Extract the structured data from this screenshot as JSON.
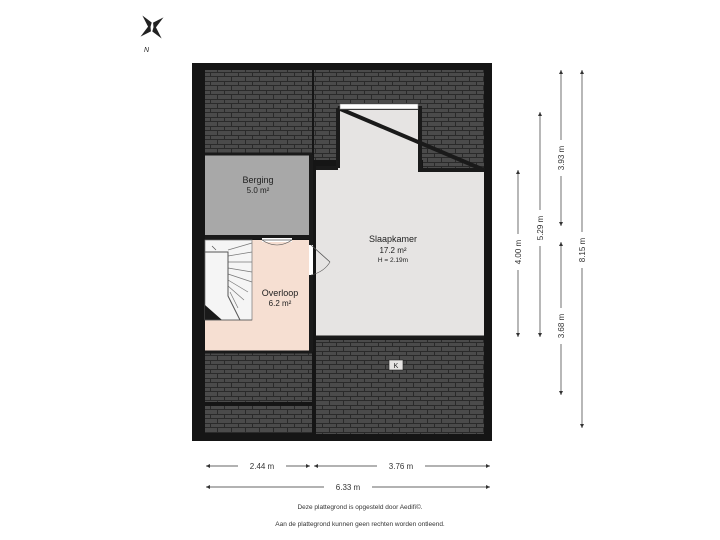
{
  "compass": {
    "north_label": "N"
  },
  "rooms": [
    {
      "id": "berging",
      "name": "Berging",
      "area": "5.0 m²"
    },
    {
      "id": "slaapkamer",
      "name": "Slaapkamer",
      "area": "17.2 m²",
      "height": "H = 2.19m"
    },
    {
      "id": "overloop",
      "name": "Overloop",
      "area": "6.2 m²"
    }
  ],
  "marker_k": "K",
  "dimensions": {
    "bottom_left": "2.44 m",
    "bottom_right": "3.76 m",
    "bottom_total": "6.33 m",
    "right_400": "4.00 m",
    "right_529": "5.29 m",
    "right_393": "3.93 m",
    "right_368": "3.68 m",
    "right_815": "8.15 m"
  },
  "footer": {
    "line1": "Deze plattegrond is opgesteld door Aedifi©.",
    "line2": "Aan de plattegrond kunnen geen rechten worden ontleend."
  }
}
